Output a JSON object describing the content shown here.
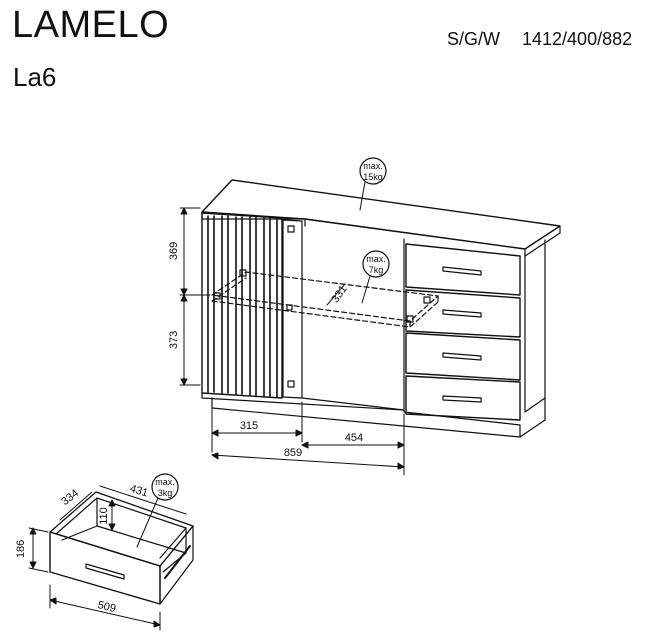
{
  "header": {
    "product_name": "LAMELO",
    "model": "La6",
    "finish_code": "S/G/W",
    "dimensions": "1412/400/882"
  },
  "load_labels": {
    "top": [
      "max.",
      "15kg"
    ],
    "shelf": [
      "max.",
      "7kg"
    ],
    "drawer": [
      "max.",
      "3kg"
    ]
  },
  "dimensions": {
    "upper_compartment_height": "369",
    "lower_compartment_height": "373",
    "shelf_depth": "331",
    "door_width": "315",
    "open_section_width": "454",
    "total_cabinet_width": "859",
    "drawer_depth": "334",
    "drawer_inner_width": "431",
    "drawer_inner_height": "110",
    "drawer_front_height": "186",
    "drawer_front_width": "509"
  }
}
